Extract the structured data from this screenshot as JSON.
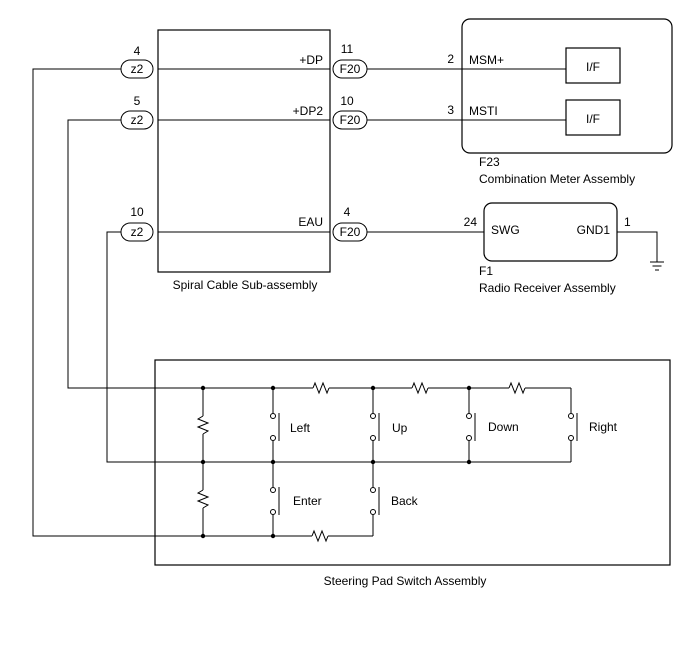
{
  "spiral": {
    "name": "Spiral Cable Sub-assembly",
    "left_conn": "z2",
    "right_conn": "F20",
    "rows": [
      {
        "left_pin": "4",
        "right_pin": "11",
        "signal": "+DP"
      },
      {
        "left_pin": "5",
        "right_pin": "10",
        "signal": "+DP2"
      },
      {
        "left_pin": "10",
        "right_pin": "4",
        "signal": "EAU"
      }
    ]
  },
  "meter": {
    "code": "F23",
    "name": "Combination Meter Assembly",
    "pins": [
      {
        "pin": "2",
        "signal": "MSM+",
        "block": "I/F"
      },
      {
        "pin": "3",
        "signal": "MSTI",
        "block": "I/F"
      }
    ]
  },
  "radio": {
    "code": "F1",
    "name": "Radio Receiver Assembly",
    "in_pin": "24",
    "in_signal": "SWG",
    "gnd_pin": "1",
    "gnd_signal": "GND1"
  },
  "steering": {
    "name": "Steering Pad Switch Assembly",
    "switches": {
      "left": "Left",
      "up": "Up",
      "down": "Down",
      "right": "Right",
      "enter": "Enter",
      "back": "Back"
    }
  }
}
